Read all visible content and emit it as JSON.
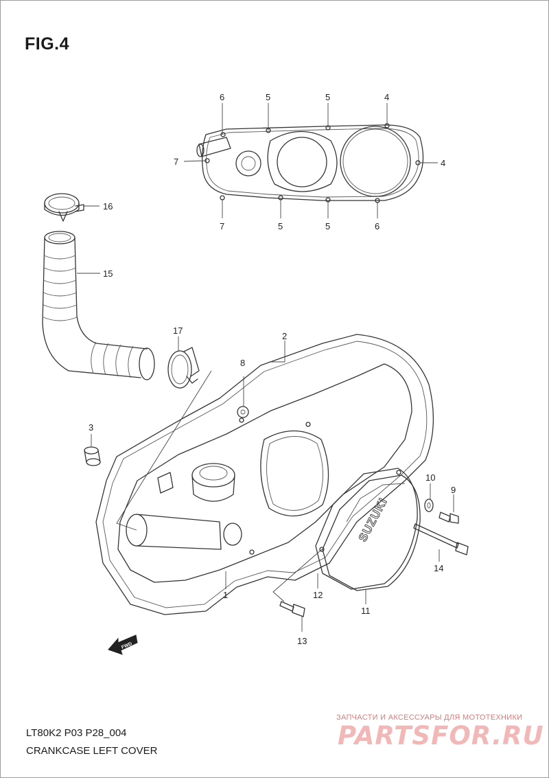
{
  "figure": {
    "title": "FIG.4"
  },
  "footer": {
    "code": "LT80K2 P03 P28_004",
    "name": "CRANKCASE LEFT COVER"
  },
  "watermark": {
    "tagline": "ЗАПЧАСТИ И АКСЕССУАРЫ ДЛЯ МОТОТЕХНИКИ",
    "logo": "PARTSFOR.RU",
    "color": "#f2b8b8"
  },
  "cover": {
    "brand": "SUZUKI"
  },
  "arrow": {
    "label": "FWD"
  },
  "callouts": {
    "c1": "1",
    "c2": "2",
    "c3": "3",
    "c4a": "4",
    "c4b": "4",
    "c5a": "5",
    "c5b": "5",
    "c5c": "5",
    "c5d": "5",
    "c6a": "6",
    "c6b": "6",
    "c7a": "7",
    "c7b": "7",
    "c8": "8",
    "c9": "9",
    "c10": "10",
    "c11": "11",
    "c12": "12",
    "c13": "13",
    "c14": "14",
    "c15": "15",
    "c16": "16",
    "c17": "17"
  }
}
